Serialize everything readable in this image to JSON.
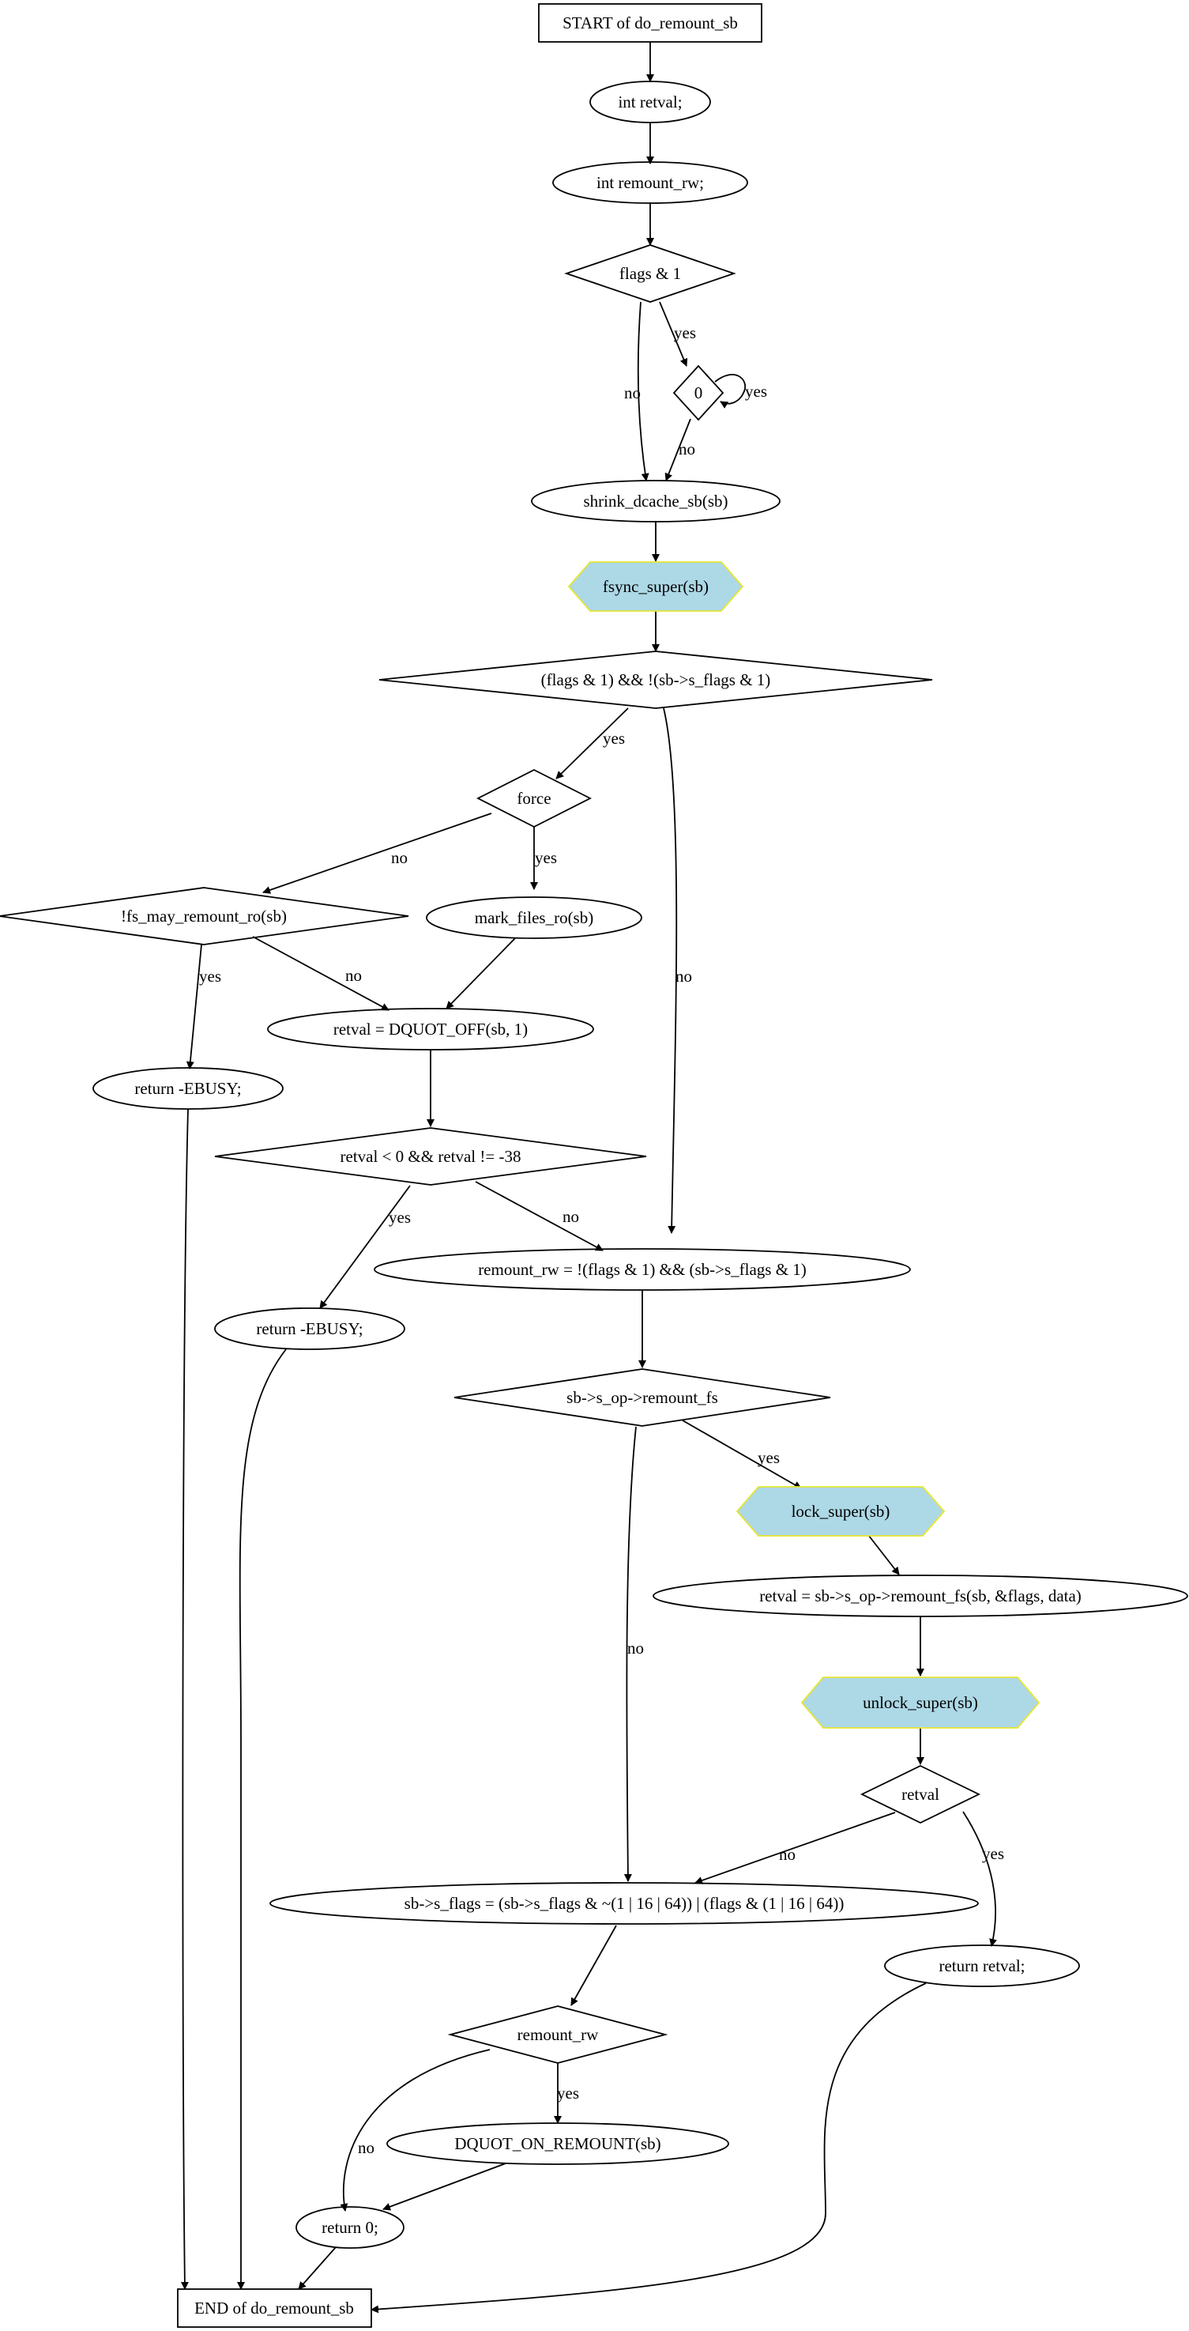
{
  "nodes": {
    "start": "START of do_remount_sb",
    "int_retval": "int retval;",
    "int_remount_rw": "int remount_rw;",
    "flags_and_1": "flags & 1",
    "zero": "0",
    "shrink_dcache": "shrink_dcache_sb(sb)",
    "fsync_super": "fsync_super(sb)",
    "ro_check": "(flags & 1) && !(sb->s_flags & 1)",
    "force": "force",
    "fs_may_remount_ro": "!fs_may_remount_ro(sb)",
    "mark_files_ro": "mark_files_ro(sb)",
    "return_ebusy_1": "return -EBUSY;",
    "dquot_off": "retval = DQUOT_OFF(sb, 1)",
    "retval_check": "retval < 0 && retval != -38",
    "return_ebusy_2": "return -EBUSY;",
    "remount_rw_assign": "remount_rw = !(flags & 1) && (sb->s_flags & 1)",
    "remount_fs_check": "sb->s_op->remount_fs",
    "lock_super": "lock_super(sb)",
    "remount_fs_call": "retval = sb->s_op->remount_fs(sb, &flags, data)",
    "unlock_super": "unlock_super(sb)",
    "retval_node": "retval",
    "s_flags_assign": "sb->s_flags = (sb->s_flags & ~(1 | 16 | 64)) | (flags & (1 | 16 | 64))",
    "return_retval": "return retval;",
    "remount_rw_check": "remount_rw",
    "dquot_on": "DQUOT_ON_REMOUNT(sb)",
    "return_0": "return 0;",
    "end": "END of do_remount_sb"
  },
  "edge_labels": {
    "yes": "yes",
    "no": "no"
  },
  "colors": {
    "hexagon_fill": "#add8e6",
    "hexagon_stroke": "#e6e632",
    "line": "#000000",
    "background": "#ffffff"
  }
}
